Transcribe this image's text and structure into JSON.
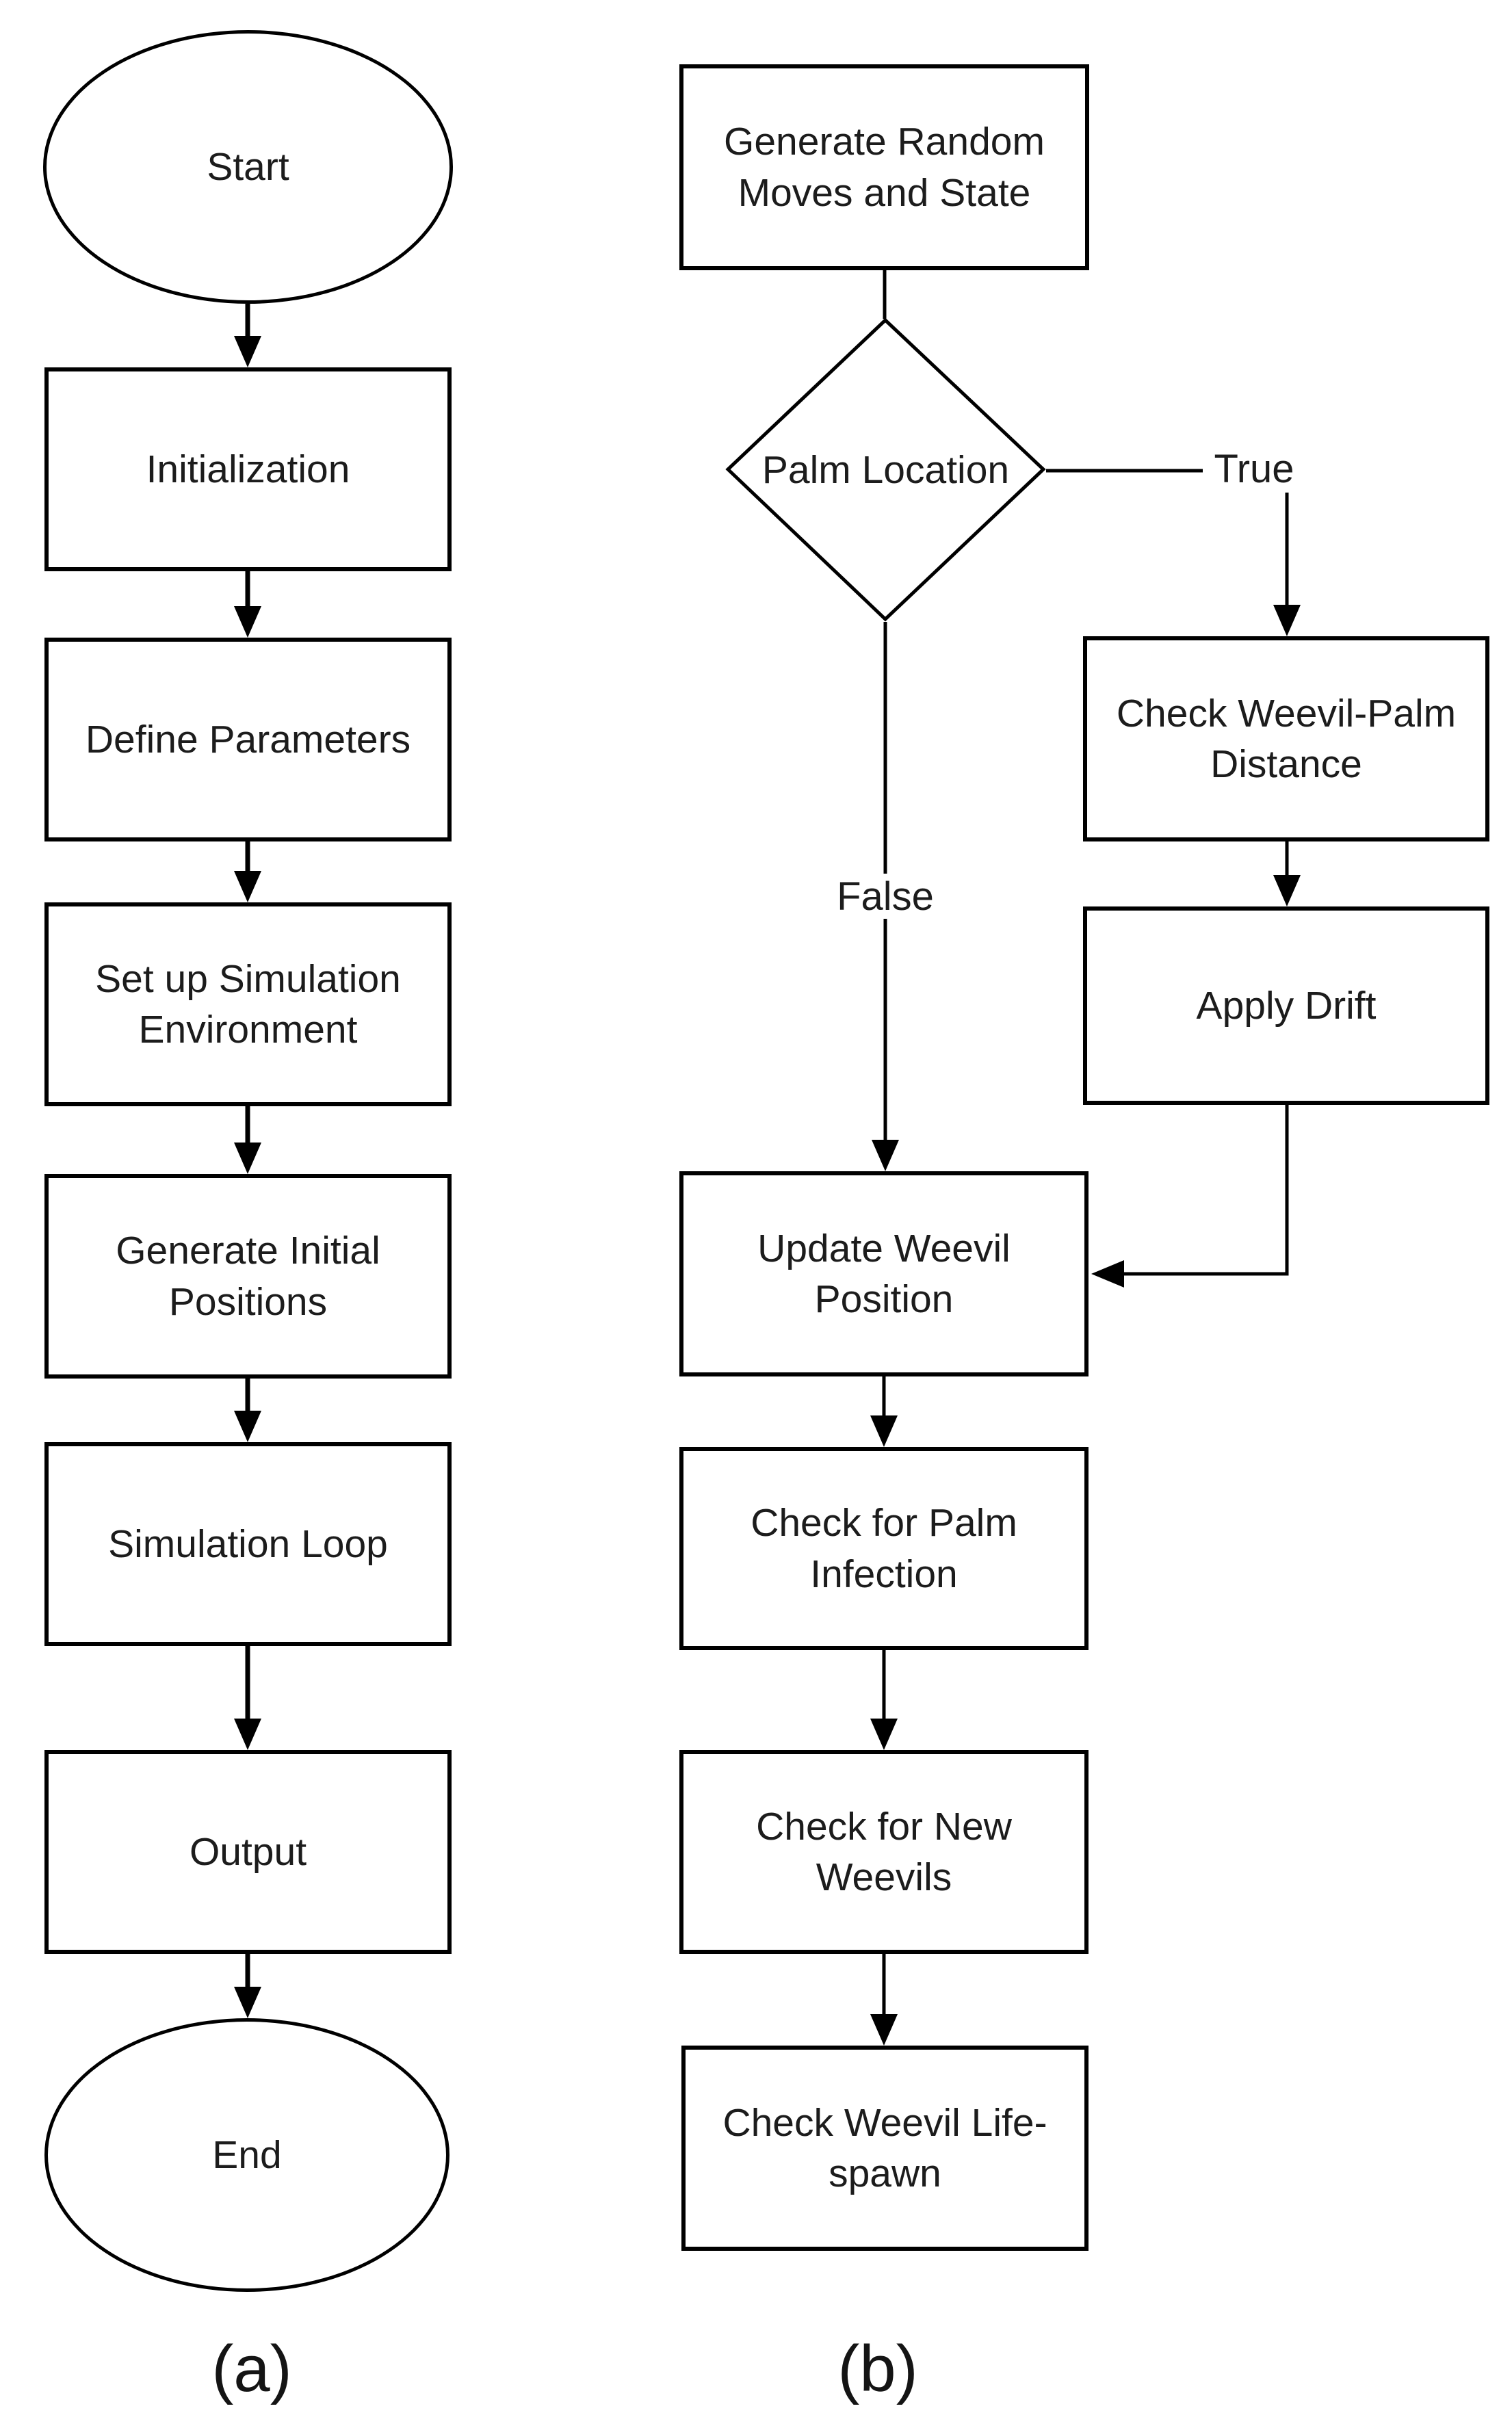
{
  "colors": {
    "background": "#ffffff",
    "stroke": "#000000",
    "text": "#1c1c1c"
  },
  "flowchart_a": {
    "caption": "(a)",
    "nodes": [
      {
        "name": "start",
        "shape": "ellipse",
        "label": "Start"
      },
      {
        "name": "initialization",
        "shape": "process",
        "label": "Initialization"
      },
      {
        "name": "define-parameters",
        "shape": "process",
        "label": "Define Parameters"
      },
      {
        "name": "set-up-simulation-environment",
        "shape": "process",
        "label": "Set up Simulation\nEnvironment"
      },
      {
        "name": "generate-initial-positions",
        "shape": "process",
        "label": "Generate Initial\nPositions"
      },
      {
        "name": "simulation-loop",
        "shape": "process",
        "label": "Simulation Loop"
      },
      {
        "name": "output",
        "shape": "process",
        "label": "Output"
      },
      {
        "name": "end",
        "shape": "ellipse",
        "label": "End"
      }
    ]
  },
  "flowchart_b": {
    "caption": "(b)",
    "nodes": [
      {
        "name": "generate-random-moves-and-state",
        "shape": "process",
        "label": "Generate Random\nMoves and State"
      },
      {
        "name": "palm-location",
        "shape": "decision",
        "label": "Palm Location"
      },
      {
        "name": "check-weevil-palm-distance",
        "shape": "process",
        "label": "Check Weevil-Palm\nDistance"
      },
      {
        "name": "apply-drift",
        "shape": "process",
        "label": "Apply Drift"
      },
      {
        "name": "update-weevil-position",
        "shape": "process",
        "label": "Update Weevil\nPosition"
      },
      {
        "name": "check-for-palm-infection",
        "shape": "process",
        "label": "Check for Palm\nInfection"
      },
      {
        "name": "check-for-new-weevils",
        "shape": "process",
        "label": "Check for New\nWeevils"
      },
      {
        "name": "check-weevil-life-spawn",
        "shape": "process",
        "label": "Check Weevil Life-\nspawn"
      }
    ],
    "branch_labels": {
      "true_branch": "True",
      "false_branch": "False"
    }
  }
}
